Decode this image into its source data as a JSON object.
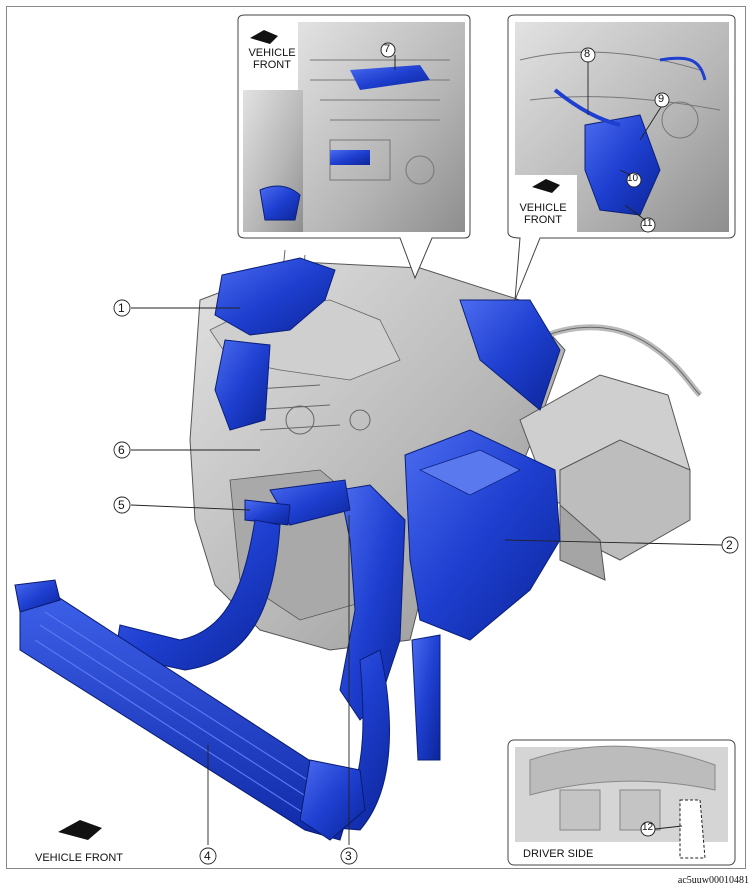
{
  "insets": {
    "top_left": {
      "vehicle_front_line1": "VEHICLE",
      "vehicle_front_line2": "FRONT"
    },
    "top_right": {
      "vehicle_front_line1": "VEHICLE",
      "vehicle_front_line2": "FRONT"
    },
    "bottom_right": {
      "caption": "DRIVER SIDE"
    }
  },
  "callouts": [
    "1",
    "2",
    "3",
    "4",
    "5",
    "6",
    "7",
    "8",
    "9",
    "10",
    "11",
    "12"
  ],
  "main": {
    "vehicle_front": "VEHICLE FRONT"
  },
  "figure_code": "ac5uuw00010481",
  "colors": {
    "highlight": "#1e3fd0",
    "engine_gray": "#b9b9b9",
    "outline": "#333333"
  }
}
